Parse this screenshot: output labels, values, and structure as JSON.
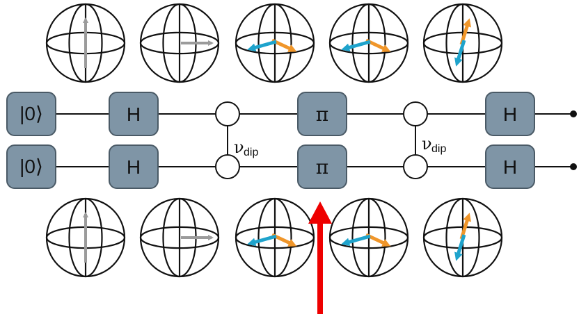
{
  "circuit": {
    "init_state_label": "|0⟩",
    "hadamard_label": "H",
    "pi_label": "π",
    "coupling_symbol": "ν",
    "coupling_subscript": "dip"
  },
  "colors": {
    "gate_fill": "#7f95a6",
    "gate_stroke": "#4a5a66",
    "wire": "#111111",
    "spin_gray": "#9b9b9b",
    "spin_orange": "#f0962a",
    "spin_blue": "#1ea3cc",
    "marker_arrow": "#ee0000"
  },
  "bloch_spheres": {
    "top": [
      "spin-up",
      "spin-right",
      "spin-pair",
      "spin-pair",
      "spin-pair-vertical"
    ],
    "bottom": [
      "spin-up",
      "spin-right",
      "spin-pair",
      "spin-pair",
      "spin-pair-vertical"
    ]
  },
  "annotation": {
    "marker": "red-arrow-pointing-up"
  }
}
